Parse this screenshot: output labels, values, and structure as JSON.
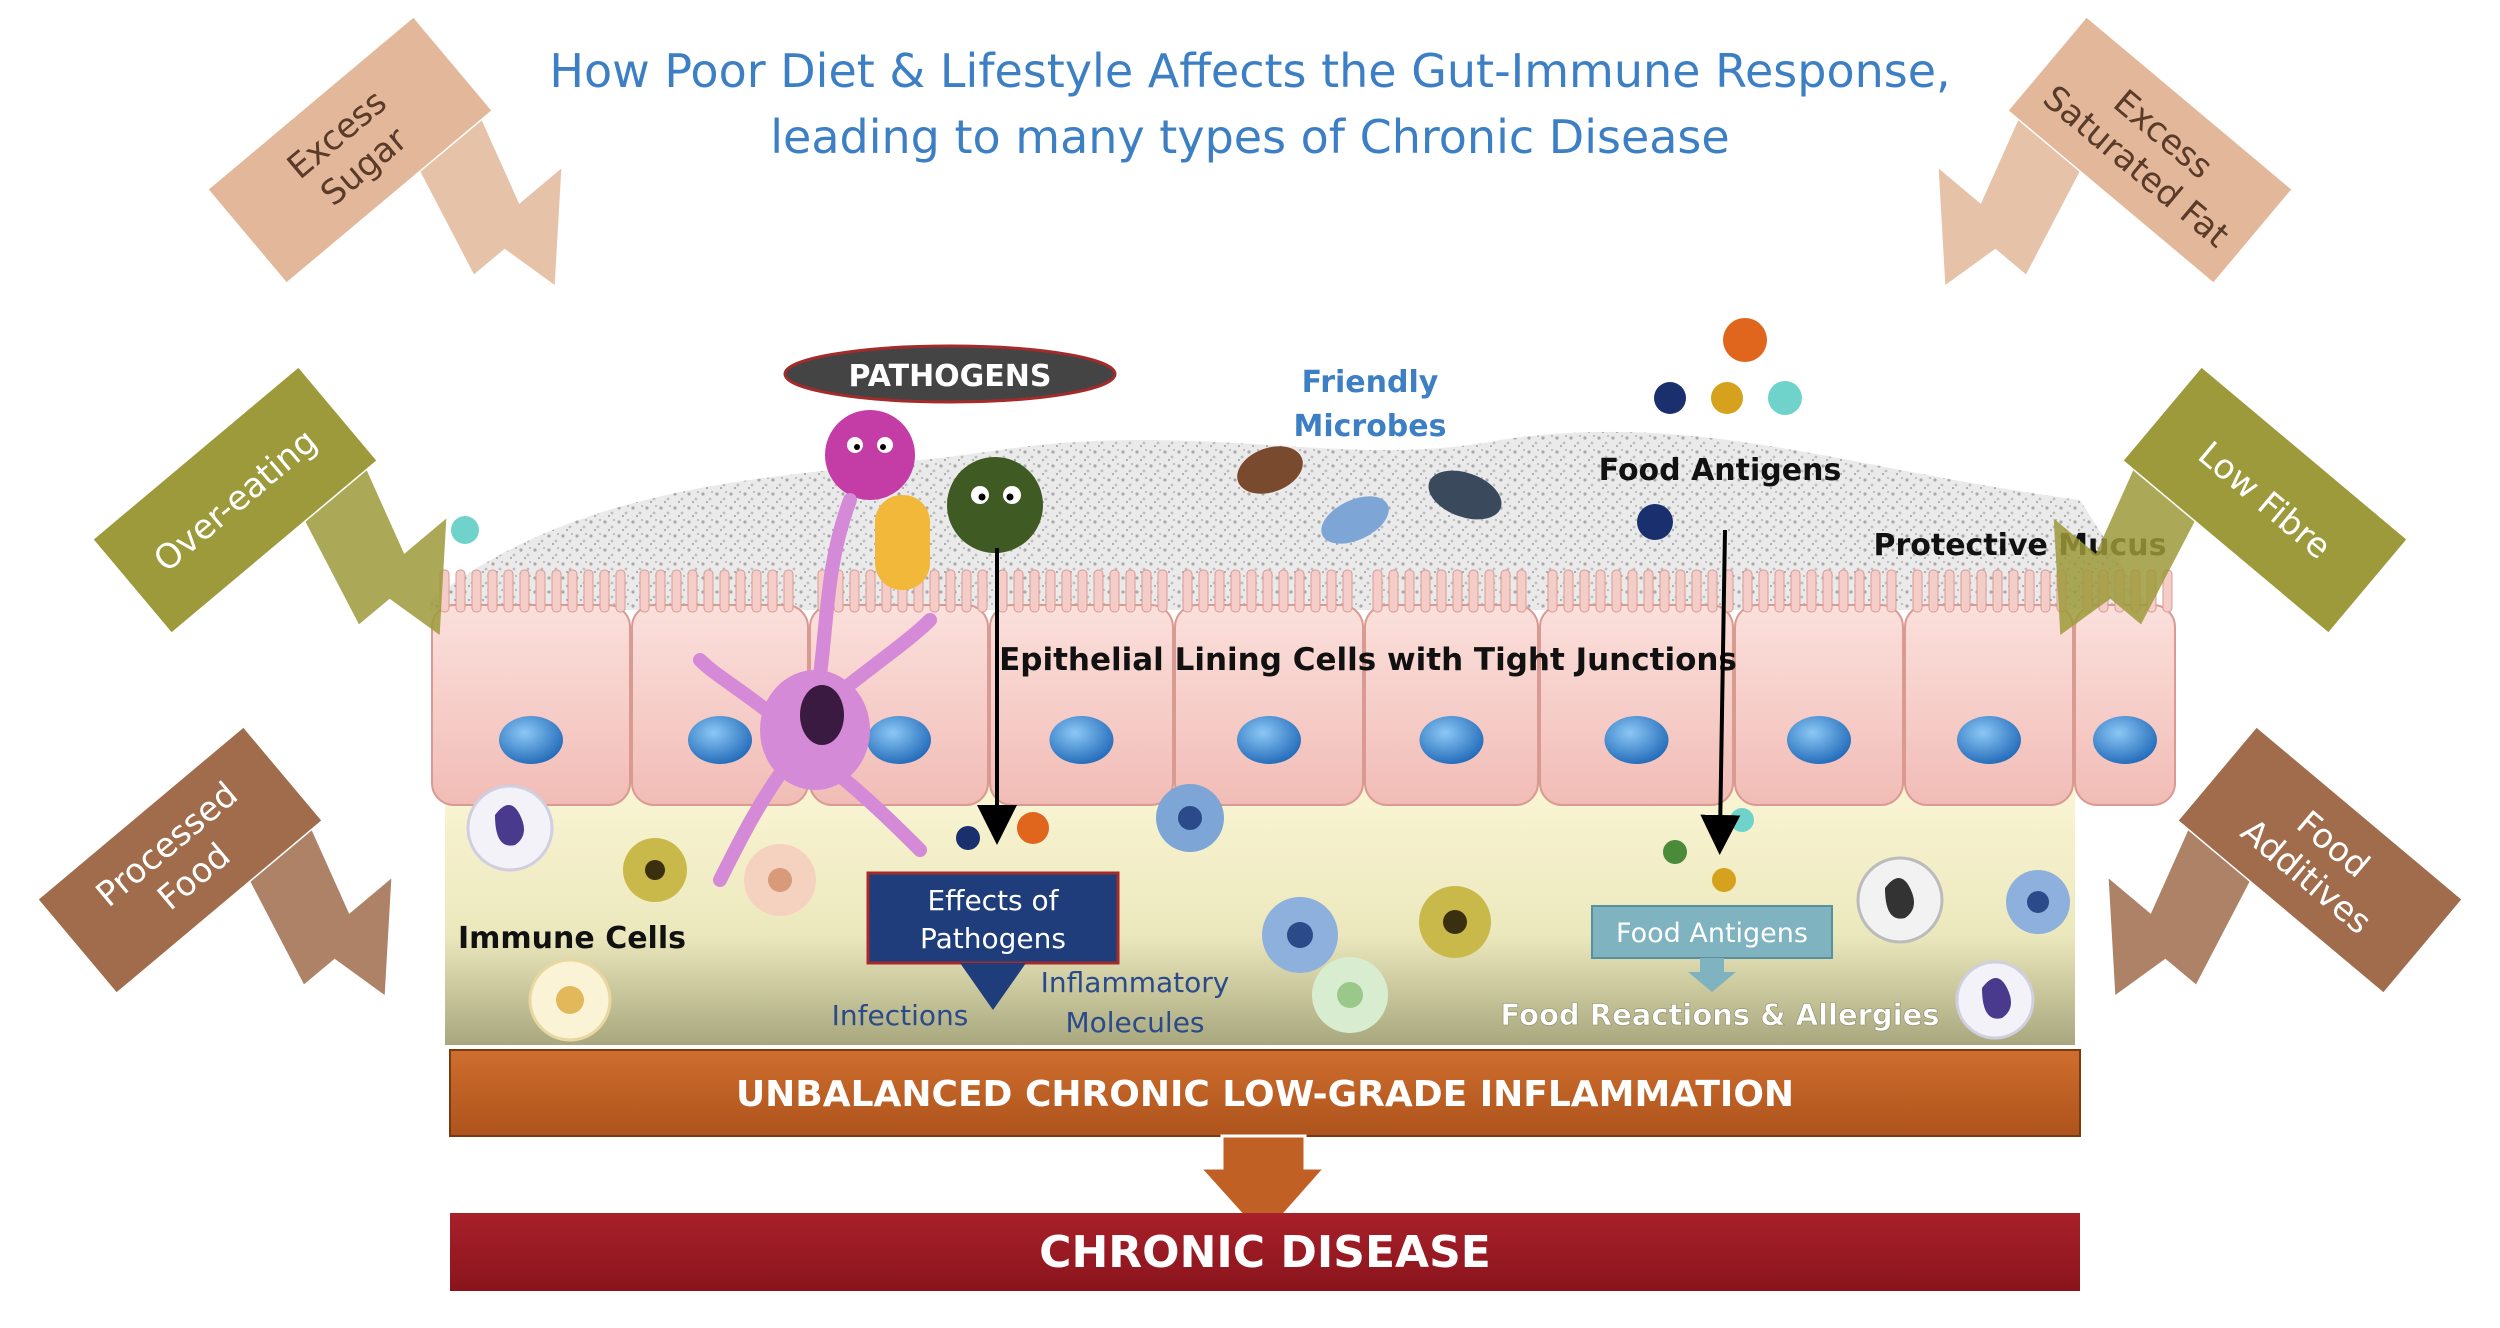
{
  "title": {
    "line1": "How Poor Diet & Lifestyle Affects the Gut-Immune Response,",
    "line2": "leading to many types of Chronic Disease"
  },
  "factors_left": [
    {
      "id": "excess-sugar",
      "lines": [
        "Excess",
        "Sugar"
      ],
      "color": "#e2b79a",
      "text_color": "#5a3a28"
    },
    {
      "id": "over-eating",
      "lines": [
        "Over-eating"
      ],
      "color": "#9c9a3a",
      "text_color": "#ffffff"
    },
    {
      "id": "processed-food",
      "lines": [
        "Processed",
        "Food"
      ],
      "color": "#a06c4c",
      "text_color": "#ffffff"
    }
  ],
  "factors_right": [
    {
      "id": "excess-saturated-fat",
      "lines": [
        "Excess",
        "Saturated Fat"
      ],
      "color": "#e2b79a",
      "text_color": "#5a3a28"
    },
    {
      "id": "low-fibre",
      "lines": [
        "Low Fibre"
      ],
      "color": "#9c9a3a",
      "text_color": "#ffffff"
    },
    {
      "id": "food-additives",
      "lines": [
        "Food",
        "Additives"
      ],
      "color": "#a06c4c",
      "text_color": "#ffffff"
    }
  ],
  "labels": {
    "pathogens": "PATHOGENS",
    "friendly_microbes": [
      "Friendly",
      "Microbes"
    ],
    "food_antigens_top": "Food Antigens",
    "protective_mucus": "Protective Mucus",
    "epithelial": "Epithelial Lining Cells with Tight Junctions",
    "immune_cells": "Immune Cells",
    "effects_of_pathogens": [
      "Effects of",
      "Pathogens"
    ],
    "infections": "Infections",
    "inflammatory_molecules": [
      "Inflammatory",
      "Molecules"
    ],
    "food_antigens_box": "Food Antigens",
    "food_reactions": "Food Reactions & Allergies"
  },
  "bars": {
    "inflammation": "UNBALANCED CHRONIC LOW-GRADE INFLAMMATION",
    "disease": "CHRONIC DISEASE"
  },
  "colors": {
    "title": "#3d7fc4",
    "inflammation_bar": "#c06025",
    "disease_bar": "#9e1b22",
    "epithelial_cell": "#f5c9c4",
    "nucleus": "#3a8ed6",
    "effects_box": "#1f3d7a",
    "food_antigen_box": "#7fb3bf",
    "friendly_microbe_text": "#3d7fc4"
  }
}
